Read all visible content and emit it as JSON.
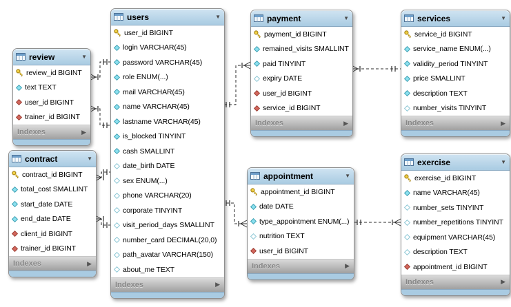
{
  "diagram": {
    "kind": "EER database diagram",
    "footer_label": "Indexes"
  },
  "colors": {
    "header_from": "#d0e4f2",
    "header_to": "#a9cbe2",
    "indexes_from": "#dadada",
    "indexes_to": "#a0a0a0",
    "pk_fill": "#f2d245",
    "pk_stroke": "#a8861d",
    "notnull_fill": "#8be0ef",
    "notnull_stroke": "#43a3b5",
    "nullable_fill": "#ffffff",
    "nullable_stroke": "#8fc9d6",
    "fk_fill": "#d2665c",
    "fk_stroke": "#9e4338",
    "line": "#2b2b2b"
  },
  "tables": [
    {
      "id": "review",
      "title": "review",
      "footer": "Indexes",
      "columns": [
        {
          "icon": "primary-key",
          "text": "review_id BIGINT"
        },
        {
          "icon": "not-null-diamond",
          "text": "text TEXT"
        },
        {
          "icon": "foreign-key-diamond",
          "text": "user_id BIGINT"
        },
        {
          "icon": "foreign-key-diamond",
          "text": "trainer_id BIGINT"
        }
      ]
    },
    {
      "id": "users",
      "title": "users",
      "footer": "Indexes",
      "columns": [
        {
          "icon": "primary-key",
          "text": "user_id BIGINT"
        },
        {
          "icon": "not-null-diamond",
          "text": "login VARCHAR(45)"
        },
        {
          "icon": "not-null-diamond",
          "text": "password VARCHAR(45)"
        },
        {
          "icon": "not-null-diamond",
          "text": "role ENUM(...)"
        },
        {
          "icon": "not-null-diamond",
          "text": "mail VARCHAR(45)"
        },
        {
          "icon": "not-null-diamond",
          "text": "name VARCHAR(45)"
        },
        {
          "icon": "not-null-diamond",
          "text": "lastname VARCHAR(45)"
        },
        {
          "icon": "not-null-diamond",
          "text": "is_blocked TINYINT"
        },
        {
          "icon": "not-null-diamond",
          "text": "cash SMALLINT"
        },
        {
          "icon": "nullable-diamond",
          "text": "date_birth DATE"
        },
        {
          "icon": "nullable-diamond",
          "text": "sex ENUM(...)"
        },
        {
          "icon": "nullable-diamond",
          "text": "phone VARCHAR(20)"
        },
        {
          "icon": "nullable-diamond",
          "text": "corporate TINYINT"
        },
        {
          "icon": "nullable-diamond",
          "text": "visit_period_days SMALLINT"
        },
        {
          "icon": "nullable-diamond",
          "text": "number_card DECIMAL(20,0)"
        },
        {
          "icon": "nullable-diamond",
          "text": "path_avatar VARCHAR(150)"
        },
        {
          "icon": "nullable-diamond",
          "text": "about_me TEXT"
        }
      ]
    },
    {
      "id": "payment",
      "title": "payment",
      "footer": "Indexes",
      "columns": [
        {
          "icon": "primary-key",
          "text": "payment_id BIGINT"
        },
        {
          "icon": "not-null-diamond",
          "text": "remained_visits SMALLINT"
        },
        {
          "icon": "not-null-diamond",
          "text": "paid TINYINT"
        },
        {
          "icon": "nullable-diamond",
          "text": "expiry DATE"
        },
        {
          "icon": "foreign-key-diamond",
          "text": "user_id BIGINT"
        },
        {
          "icon": "foreign-key-diamond",
          "text": "service_id BIGINT"
        }
      ]
    },
    {
      "id": "services",
      "title": "services",
      "footer": "Indexes",
      "columns": [
        {
          "icon": "primary-key",
          "text": "service_id BIGINT"
        },
        {
          "icon": "not-null-diamond",
          "text": "service_name ENUM(...)"
        },
        {
          "icon": "not-null-diamond",
          "text": "validity_period TINYINT"
        },
        {
          "icon": "not-null-diamond",
          "text": "price SMALLINT"
        },
        {
          "icon": "not-null-diamond",
          "text": "description TEXT"
        },
        {
          "icon": "nullable-diamond",
          "text": "number_visits TINYINT"
        }
      ]
    },
    {
      "id": "contract",
      "title": "contract",
      "footer": "Indexes",
      "columns": [
        {
          "icon": "primary-key",
          "text": "contract_id BIGINT"
        },
        {
          "icon": "not-null-diamond",
          "text": "total_cost SMALLINT"
        },
        {
          "icon": "not-null-diamond",
          "text": "start_date DATE"
        },
        {
          "icon": "not-null-diamond",
          "text": "end_date DATE"
        },
        {
          "icon": "foreign-key-diamond",
          "text": "client_id BIGINT"
        },
        {
          "icon": "foreign-key-diamond",
          "text": "trainer_id BIGINT"
        }
      ]
    },
    {
      "id": "appointment",
      "title": "appointment",
      "footer": "Indexes",
      "columns": [
        {
          "icon": "primary-key",
          "text": "appointment_id BIGINT"
        },
        {
          "icon": "not-null-diamond",
          "text": "date DATE"
        },
        {
          "icon": "not-null-diamond",
          "text": "type_appointment ENUM(...)"
        },
        {
          "icon": "nullable-diamond",
          "text": "nutrition TEXT"
        },
        {
          "icon": "foreign-key-diamond",
          "text": "user_id BIGINT"
        }
      ]
    },
    {
      "id": "exercise",
      "title": "exercise",
      "footer": "Indexes",
      "columns": [
        {
          "icon": "primary-key",
          "text": "exercise_id BIGINT"
        },
        {
          "icon": "not-null-diamond",
          "text": "name VARCHAR(45)"
        },
        {
          "icon": "nullable-diamond",
          "text": "number_sets TINYINT"
        },
        {
          "icon": "nullable-diamond",
          "text": "number_repetitions TINYINT"
        },
        {
          "icon": "nullable-diamond",
          "text": "equipment VARCHAR(45)"
        },
        {
          "icon": "nullable-diamond",
          "text": "description TEXT"
        },
        {
          "icon": "foreign-key-diamond",
          "text": "appointment_id BIGINT"
        }
      ]
    }
  ],
  "relationships": [
    {
      "id": "review_users_a",
      "many": "review",
      "one": "users"
    },
    {
      "id": "review_users_b",
      "many": "review",
      "one": "users"
    },
    {
      "id": "contract_users_a",
      "many": "contract",
      "one": "users"
    },
    {
      "id": "contract_users_b",
      "many": "contract",
      "one": "users"
    },
    {
      "id": "payment_users",
      "many": "payment",
      "one": "users"
    },
    {
      "id": "payment_services",
      "many": "payment",
      "one": "services"
    },
    {
      "id": "appointment_users",
      "many": "appointment",
      "one": "users"
    },
    {
      "id": "exercise_appointment",
      "many": "exercise",
      "one": "appointment"
    }
  ]
}
